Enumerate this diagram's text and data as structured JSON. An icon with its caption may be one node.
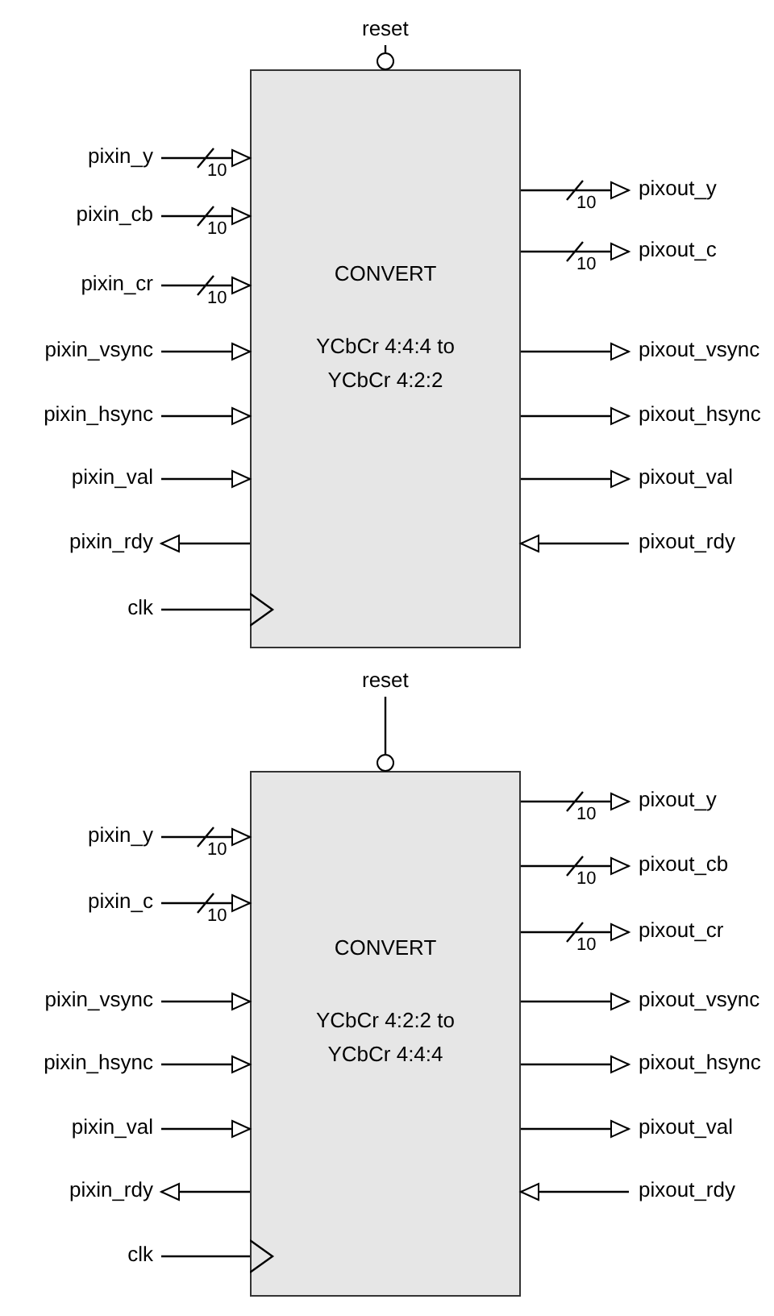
{
  "diagram": {
    "nodes": [
      {
        "text": [
          "reset"
        ]
      },
      {
        "text": [
          "CONVERT",
          "YCbCr 4:4:4 to YCbCr 4:2:2"
        ]
      },
      {
        "text": [
          "pixin_y"
        ]
      },
      {
        "text": [
          "pixin_cb"
        ]
      },
      {
        "text": [
          "pixin_cr"
        ]
      },
      {
        "text": [
          "pixin_vsync"
        ]
      },
      {
        "text": [
          "pixin_hsync"
        ]
      },
      {
        "text": [
          "pixin_val"
        ]
      },
      {
        "text": [
          "pixin_rdy"
        ]
      },
      {
        "text": [
          "clk"
        ]
      },
      {
        "text": [
          "pixout_y"
        ]
      },
      {
        "text": [
          "pixout_c"
        ]
      },
      {
        "text": [
          "pixout_vsync"
        ]
      },
      {
        "text": [
          "pixout_hsync"
        ]
      },
      {
        "text": [
          "pixout_val"
        ]
      },
      {
        "text": [
          "pixout_rdy"
        ]
      },
      {
        "text": [
          "reset"
        ]
      },
      {
        "text": [
          "CONVERT",
          "YCbCr 4:2:2 to YCbCr 4:4:4"
        ]
      },
      {
        "text": [
          "pixin_y"
        ]
      },
      {
        "text": [
          "pixin_c"
        ]
      },
      {
        "text": [
          "pixin_vsync"
        ]
      },
      {
        "text": [
          "pixin_hsync"
        ]
      },
      {
        "text": [
          "pixin_val"
        ]
      },
      {
        "text": [
          "pixin_rdy"
        ]
      },
      {
        "text": [
          "clk"
        ]
      },
      {
        "text": [
          "pixout_y"
        ]
      },
      {
        "text": [
          "pixout_cb"
        ]
      },
      {
        "text": [
          "pixout_cr"
        ]
      },
      {
        "text": [
          "pixout_vsync"
        ]
      },
      {
        "text": [
          "pixout_hsync"
        ]
      },
      {
        "text": [
          "pixout_val"
        ]
      },
      {
        "text": [
          "pixout_rdy"
        ]
      }
    ],
    "edges": [
      {
        "from": 0,
        "to": 1,
        "arrow": "other"
      },
      {
        "from": 2,
        "to": 1,
        "arrow": "to",
        "label": "10"
      },
      {
        "from": 3,
        "to": 1,
        "arrow": "to",
        "label": "10"
      },
      {
        "from": 4,
        "to": 1,
        "arrow": "to",
        "label": "10"
      },
      {
        "from": 5,
        "to": 1,
        "arrow": "to"
      },
      {
        "from": 6,
        "to": 1,
        "arrow": "to"
      },
      {
        "from": 7,
        "to": 1,
        "arrow": "to"
      },
      {
        "from": 1,
        "to": 8,
        "arrow": "to"
      },
      {
        "from": 9,
        "to": 1,
        "arrow": "to"
      },
      {
        "from": 1,
        "to": 10,
        "arrow": "to",
        "label": "10"
      },
      {
        "from": 1,
        "to": 11,
        "arrow": "to",
        "label": "10"
      },
      {
        "from": 1,
        "to": 12,
        "arrow": "to"
      },
      {
        "from": 1,
        "to": 13,
        "arrow": "to"
      },
      {
        "from": 1,
        "to": 14,
        "arrow": "to"
      },
      {
        "from": 15,
        "to": 1,
        "arrow": "to"
      },
      {
        "from": 16,
        "to": 17,
        "arrow": "other"
      },
      {
        "from": 18,
        "to": 17,
        "arrow": "to",
        "label": "10"
      },
      {
        "from": 19,
        "to": 17,
        "arrow": "to",
        "label": "10"
      },
      {
        "from": 20,
        "to": 17,
        "arrow": "to"
      },
      {
        "from": 21,
        "to": 17,
        "arrow": "to"
      },
      {
        "from": 22,
        "to": 17,
        "arrow": "to"
      },
      {
        "from": 17,
        "to": 23,
        "arrow": "to"
      },
      {
        "from": 24,
        "to": 17,
        "arrow": "to"
      },
      {
        "from": 17,
        "to": 25,
        "arrow": "to",
        "label": "10"
      },
      {
        "from": 17,
        "to": 26,
        "arrow": "to",
        "label": "10"
      },
      {
        "from": 17,
        "to": 27,
        "arrow": "to",
        "label": "10"
      },
      {
        "from": 17,
        "to": 28,
        "arrow": "to"
      },
      {
        "from": 17,
        "to": 29,
        "arrow": "to"
      },
      {
        "from": 17,
        "to": 30,
        "arrow": "to"
      },
      {
        "from": 31,
        "to": 17,
        "arrow": "to"
      }
    ]
  }
}
